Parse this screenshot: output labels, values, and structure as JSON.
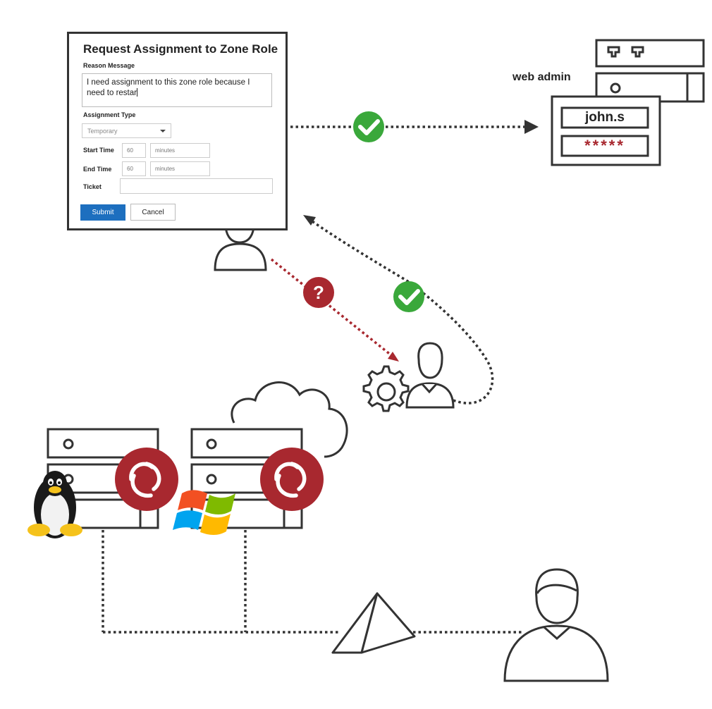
{
  "dialog": {
    "title": "Request Assignment to Zone Role",
    "reason_label": "Reason Message",
    "reason_text": "I need assignment to this zone role because I need to restar",
    "assignment_type_label": "Assignment Type",
    "assignment_type_value": "Temporary",
    "start_time_label": "Start Time",
    "start_time_value": "60",
    "start_time_unit": "minutes",
    "end_time_label": "End Time",
    "end_time_value": "60",
    "end_time_unit": "minutes",
    "ticket_label": "Ticket",
    "submit_label": "Submit",
    "cancel_label": "Cancel"
  },
  "web_admin": {
    "label": "web admin",
    "username": "john.s",
    "password_mask": "*****"
  },
  "colors": {
    "approve_green": "#3aa83b",
    "deny_red": "#a8282f",
    "brand_red": "#a8282f",
    "submit_blue": "#1d6fbf",
    "outline": "#333333"
  },
  "icons": {
    "approval": "check-circle-icon",
    "request": "question-circle-icon",
    "brand": "swirl-logo-icon",
    "linux": "tux-penguin-icon",
    "windows": "windows-logo-icon",
    "cloud": "cloud-icon",
    "gear": "gear-icon",
    "network": "pyramid-icon"
  }
}
